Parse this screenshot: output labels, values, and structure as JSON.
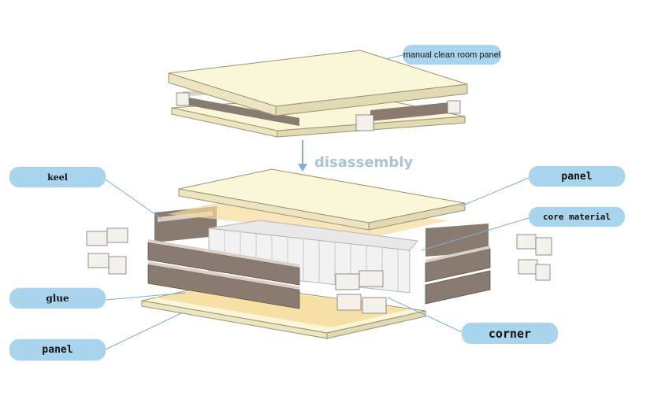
{
  "labels": {
    "title": "manual clean room panel",
    "keel": "keel",
    "panel_top": "panel",
    "core_material": "core material",
    "glue": "glue",
    "panel_bottom": "panel",
    "corner": "corner"
  },
  "step_text": "disassembly",
  "colors": {
    "panel_top_face": "#faf6d8",
    "panel_side": "#ece5bf",
    "panel_outline": "#9a9272",
    "keel_face": "#8a7b70",
    "keel_light": "#d9d0c6",
    "glue": "#f5dc9c",
    "core": "#f2f2f2",
    "label_bg": "#a9d4ee",
    "arrow": "#7fb0d2",
    "leader": "#7fb0d2",
    "step_text": "#a8c4d6"
  }
}
